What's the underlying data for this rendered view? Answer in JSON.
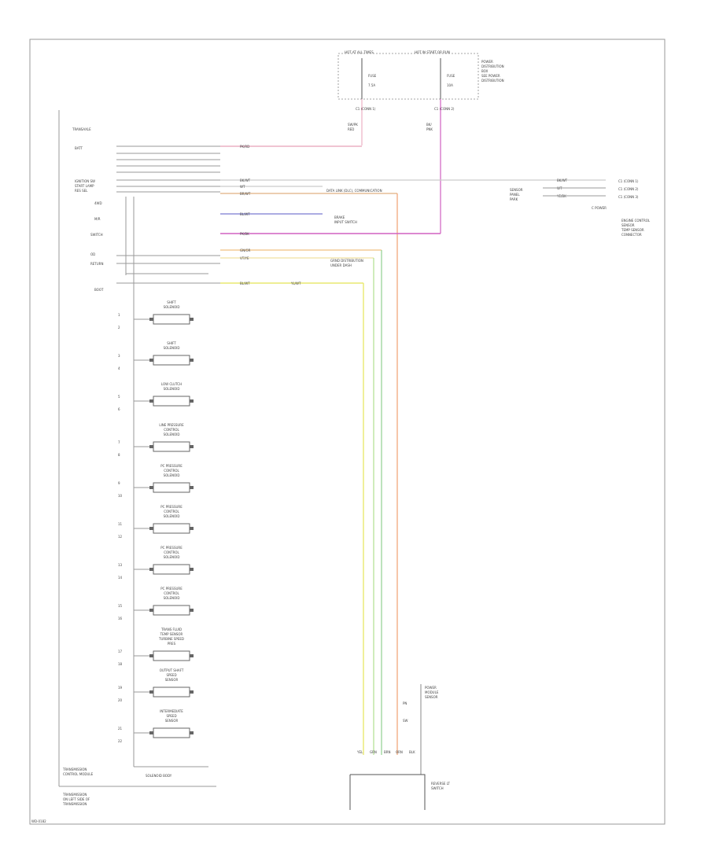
{
  "diagram": {
    "footer_code": "WD-0182",
    "pcm": {
      "title_lines": [
        "TRANSMISSION",
        "CONTROL MODULE"
      ],
      "sub_lines": [
        "TRANSMISSION",
        "ON LEFT SIDE OF",
        "TRANSMISSION"
      ],
      "inner_label": "SOLENOID BODY",
      "top_note": "TRANSAXLE",
      "pin_labels": [
        "BATT",
        "IGNITION SW",
        "START LAMP",
        "RES SEL",
        "4WD",
        "M/R",
        "SWITCH",
        "OD",
        "RETURN",
        "BOOT"
      ],
      "solenoids": [
        {
          "lines": [
            "SHIFT",
            "SOLENOID"
          ],
          "pins": [
            "1",
            "2"
          ]
        },
        {
          "lines": [
            "SHIFT",
            "SOLENOID"
          ],
          "pins": [
            "3",
            "4"
          ]
        },
        {
          "lines": [
            "LOW CLUTCH",
            "SOLENOID"
          ],
          "pins": [
            "5",
            "6"
          ]
        },
        {
          "lines": [
            "LINE PRESSURE",
            "CONTROL",
            "SOLENOID"
          ],
          "pins": [
            "7",
            "8"
          ]
        },
        {
          "lines": [
            "PC PRESSURE",
            "CONTROL",
            "SOLENOID"
          ],
          "pins": [
            "9",
            "10"
          ]
        },
        {
          "lines": [
            "PC PRESSURE",
            "CONTROL",
            "SOLENOID"
          ],
          "pins": [
            "11",
            "12"
          ]
        },
        {
          "lines": [
            "PC PRESSURE",
            "CONTROL",
            "SOLENOID"
          ],
          "pins": [
            "13",
            "14"
          ]
        },
        {
          "lines": [
            "PC PRESSURE",
            "CONTROL",
            "SOLENOID"
          ],
          "pins": [
            "15",
            "16"
          ]
        },
        {
          "lines": [
            "TRANS FLUID",
            "TEMP SENSOR",
            "TURBINE SPEED",
            "PRES"
          ],
          "pins": [
            "17",
            "18"
          ]
        },
        {
          "lines": [
            "OUTPUT SHAFT",
            "SPEED",
            "SENSOR"
          ],
          "pins": [
            "19",
            "20"
          ]
        },
        {
          "lines": [
            "INTERMEDIATE",
            "SPEED",
            "SENSOR"
          ],
          "pins": [
            "21",
            "22"
          ]
        }
      ]
    },
    "fusebox": {
      "left_head": "HOT AT ALL TIMES",
      "right_head": "HOT IN START OR RUN",
      "side_lines": [
        "POWER",
        "DISTRIBUTION",
        "BOX",
        "SEE POWER",
        "DISTRIBUTION"
      ],
      "fuse_a": [
        "FUSE",
        "7.5A"
      ],
      "fuse_b": [
        "FUSE",
        "10A"
      ],
      "conn_a": "C1 (CONN 1)",
      "conn_b": "C1 (CONN 2)",
      "wire_a": [
        "SW/PK",
        "RED"
      ],
      "wire_b": [
        "BK/",
        "PNK"
      ]
    },
    "wires": [
      {
        "name": "PK/RD",
        "color": "#e8a0b8"
      },
      {
        "name": "BK/WT",
        "color": "#cccccc"
      },
      {
        "name": "WT",
        "color": "#cccccc"
      },
      {
        "name": "BR/WT",
        "color": "#e0b080"
      },
      {
        "name": "BL/WT",
        "color": "#9090d8"
      },
      {
        "name": "PK/BK",
        "color": "#d060c0"
      },
      {
        "name": "GN/OR",
        "color": "#90d090"
      },
      {
        "name": "VT/YE",
        "color": "#e0e080"
      },
      {
        "name": "BL/WT",
        "color": "#a0a0e0"
      },
      {
        "name": "YL/WT",
        "color": "#e8e870"
      }
    ],
    "notes": {
      "data_link": "DATA LINK (DLC), COMMUNICATION",
      "brake": [
        "BRAKE",
        "INPUT SWITCH"
      ],
      "ground": [
        "GRND DISTRIBUTION",
        "UNDER DASH"
      ],
      "sensor_header": [
        "SENSOR",
        "PANEL",
        "PARK"
      ],
      "sensor_wires": [
        "BK/WT",
        "WT",
        "YE/BK"
      ],
      "sensor_pins": [
        "C1 (CONN 1)",
        "C1 (CONN 2)",
        "C1 (CONN 3)"
      ],
      "sensor_label": [
        "ENGINE CONTROL",
        "SENSOR",
        "TEMP SENSOR",
        "CONNECTOR"
      ],
      "sensor_pin": "C POWER",
      "right_module": [
        "POWER",
        "MODULE",
        "SENSOR"
      ],
      "bottom_module": [
        "REVERSE LT",
        "SWITCH"
      ],
      "bottom_pins": [
        "YEL",
        "GRN",
        "BRN",
        "ORN",
        "BLK"
      ],
      "bottom_small": [
        "PN",
        "SW"
      ]
    }
  }
}
